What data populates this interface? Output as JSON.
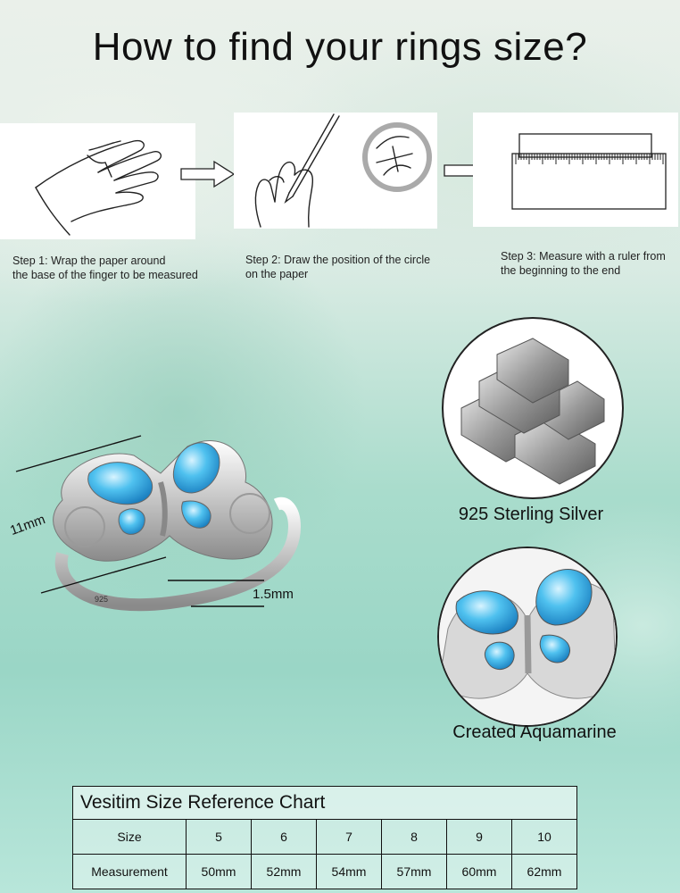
{
  "title": "How to find your rings size?",
  "steps": [
    {
      "line1": "Step 1: Wrap the paper around",
      "line2": "the base of the finger to be measured",
      "icon": "hand-icon"
    },
    {
      "line1": "Step 2: Draw the position of the circle",
      "line2": "on the paper",
      "icon": "pen-marking-icon"
    },
    {
      "line1": "Step 3: Measure with a ruler from",
      "line2": "the beginning to the end",
      "icon": "ruler-icon"
    }
  ],
  "ring": {
    "width_label": "11mm",
    "band_label": "1.5mm",
    "stamp": "925"
  },
  "features": {
    "material_label": "925 Sterling Silver",
    "stone_label": "Created Aquamarine"
  },
  "colors": {
    "stone": "#3fb3e6",
    "silver": "#c9c9c9"
  },
  "size_chart": {
    "title": "Vesitim Size Reference Chart",
    "row_labels": [
      "Size",
      "Measurement"
    ],
    "sizes": [
      "5",
      "6",
      "7",
      "8",
      "9",
      "10"
    ],
    "measurements": [
      "50mm",
      "52mm",
      "54mm",
      "57mm",
      "60mm",
      "62mm"
    ]
  }
}
